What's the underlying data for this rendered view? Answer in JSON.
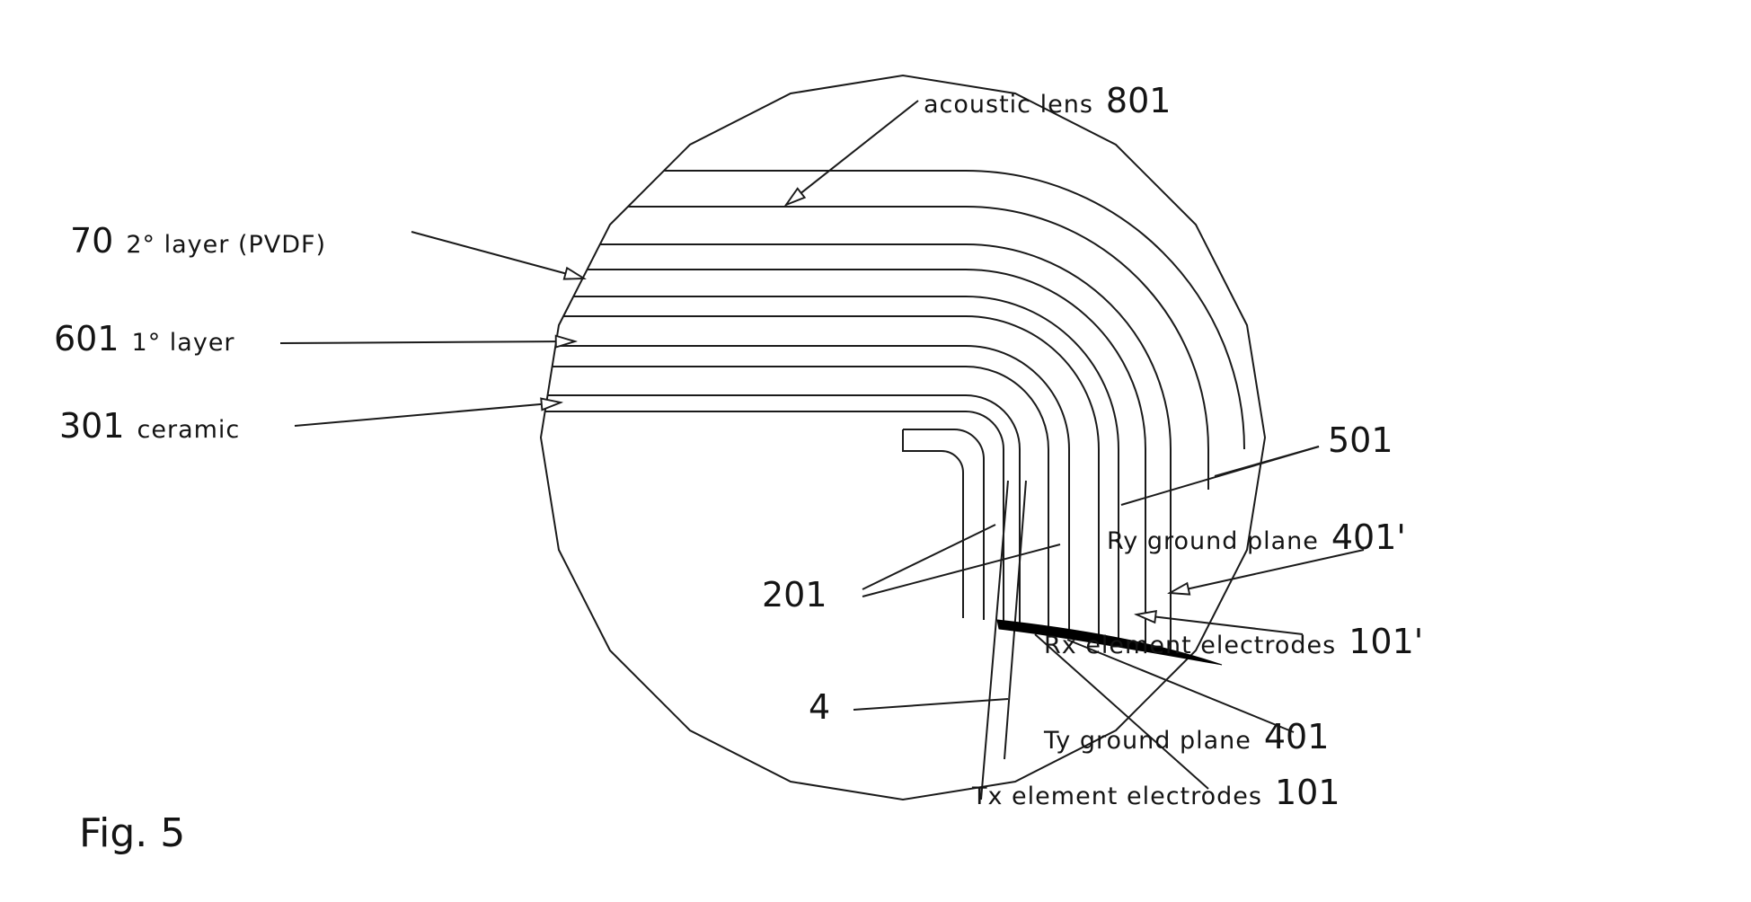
{
  "figure": {
    "caption": "Fig. 5",
    "colors": {
      "line": "#1a1a1a",
      "background": "#ffffff",
      "electrode_fill": "#000000"
    },
    "labels": {
      "acoustic_lens": {
        "text": "acoustic lens",
        "ref": "801"
      },
      "layer2": {
        "ref": "70",
        "text": "2° layer (PVDF)"
      },
      "layer1": {
        "ref": "601",
        "text": "1° layer"
      },
      "ceramic": {
        "ref": "301",
        "text": "ceramic"
      },
      "flex": {
        "ref": "501"
      },
      "ref201": {
        "ref": "201"
      },
      "ry_ground": {
        "text": "Ry ground plane",
        "ref": "401'"
      },
      "rx_electrodes": {
        "text": "Rx element electrodes",
        "ref": "101'"
      },
      "ref4": {
        "ref": "4"
      },
      "ty_ground": {
        "text": "Ty ground plane",
        "ref": "401"
      },
      "tx_electrodes": {
        "text": "Tx element electrodes",
        "ref": "101"
      }
    }
  }
}
